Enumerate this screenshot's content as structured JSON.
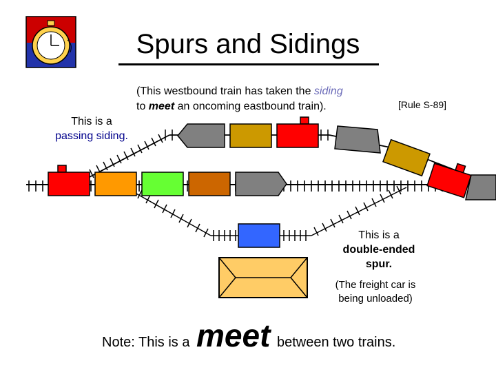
{
  "title": "Spurs and Sidings",
  "note": {
    "part1": "(This westbound train has taken the ",
    "siding_word": "siding",
    "part2": "to ",
    "meet_word": "meet",
    "part3": " an oncoming eastbound train)."
  },
  "rule_ref": "[Rule S-89]",
  "passing_label": {
    "line1": "This is a",
    "line2": "passing siding."
  },
  "spur_label": {
    "line1": "This is a",
    "line2": "double-ended",
    "line3": "spur."
  },
  "unloading_note": {
    "line1": "(The freight car is",
    "line2": "being unloaded)"
  },
  "footer": {
    "prefix": "Note:  This is a",
    "big": "meet",
    "suffix": "between two trains."
  },
  "colors": {
    "track": "#000000",
    "caboose": "#ff0000",
    "car_orange": "#ff9900",
    "car_green": "#66ff33",
    "car_rust": "#cc6600",
    "car_gold": "#cc9900",
    "car_blue": "#3366ff",
    "locomotive": "#808080",
    "load_tan": "#ffcc66"
  },
  "icons": [
    "stopwatch-icon"
  ]
}
